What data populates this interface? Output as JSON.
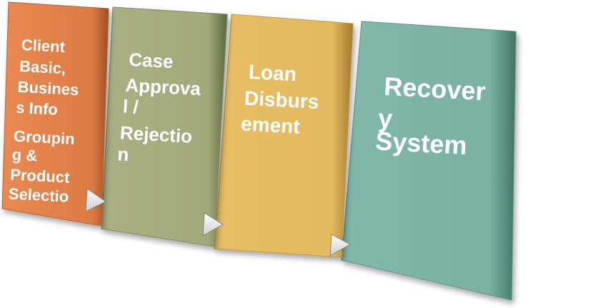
{
  "steps": [
    {
      "lines": [
        "Client",
        "Basic,",
        "Busines",
        "s  Info",
        "Groupin",
        "g &",
        "Product",
        "Selectio"
      ],
      "color": "#E0814A"
    },
    {
      "lines": [
        "Case",
        "Approva",
        "l /",
        "Rejectio",
        "n"
      ],
      "color": "#A7AD7F"
    },
    {
      "lines": [
        "Loan",
        "Disburs",
        "ement"
      ],
      "color": "#E6BB62"
    },
    {
      "lines": [
        "Recover",
        "y",
        "System"
      ],
      "color": "#7DB3A4"
    }
  ]
}
